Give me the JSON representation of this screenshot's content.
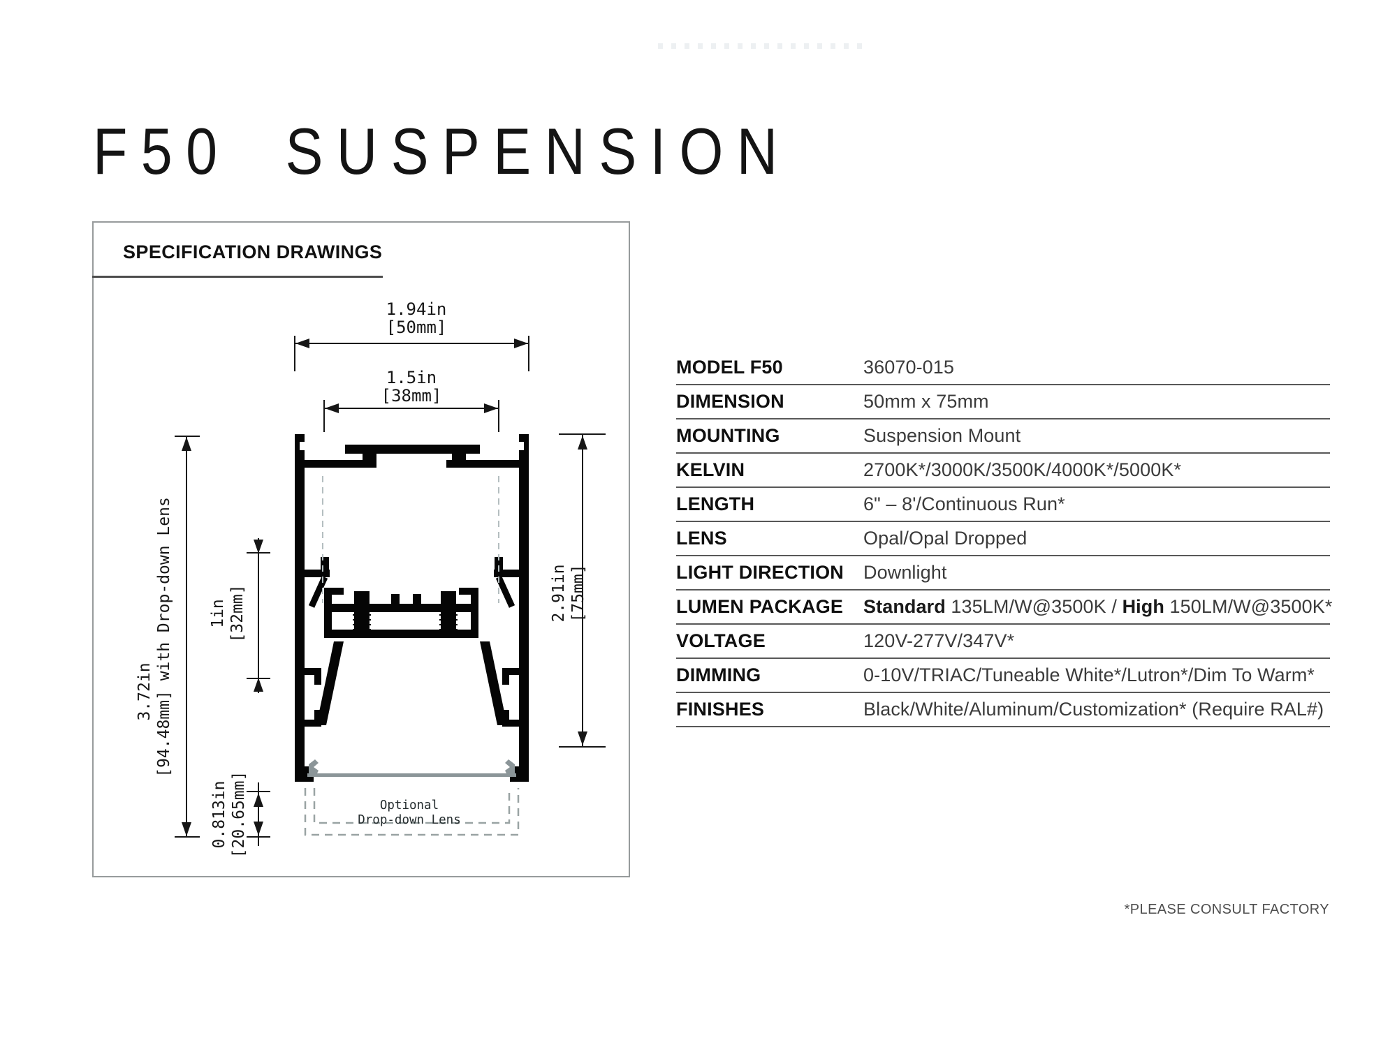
{
  "page": {
    "title": "F50 SUSPENSION",
    "footnote": "*PLEASE CONSULT FACTORY"
  },
  "drawing": {
    "section_title": "SPECIFICATION DRAWINGS",
    "dims": {
      "outer_width_in": "1.94in",
      "outer_width_mm": "[50mm]",
      "inner_width_in": "1.5in",
      "inner_width_mm": "[38mm]",
      "height_with_lens_in": "3.72in",
      "height_with_lens_mm": "[94.48mm]  with Drop-down Lens",
      "module_height_in": "1in",
      "module_height_mm": "[32mm]",
      "dropdown_height_in": "0.813in",
      "dropdown_height_mm": "[20.65mm]",
      "body_height_in": "2.91in",
      "body_height_mm": "[75mm]"
    },
    "optional_lens_line1": "Optional",
    "optional_lens_line2": "Drop-down Lens"
  },
  "table": {
    "rows": [
      {
        "label": "MODEL F50",
        "value": "36070-015"
      },
      {
        "label": "DIMENSION",
        "value": "50mm x 75mm"
      },
      {
        "label": "MOUNTING",
        "value": "Suspension Mount"
      },
      {
        "label": "KELVIN",
        "value": "2700K*/3000K/3500K/4000K*/5000K*"
      },
      {
        "label": "LENGTH",
        "value": "6\" – 8'/Continuous Run*"
      },
      {
        "label": "LENS",
        "value": "Opal/Opal Dropped"
      },
      {
        "label": "LIGHT DIRECTION",
        "value": "Downlight"
      },
      {
        "label": "LUMEN PACKAGE",
        "parts": [
          "Standard",
          " 135LM/W@3500K / ",
          "High",
          " 150LM/W@3500K*"
        ]
      },
      {
        "label": "VOLTAGE",
        "value": "120V-277V/347V*"
      },
      {
        "label": "DIMMING",
        "value": "0-10V/TRIAC/Tuneable White*/Lutron*/Dim To Warm*"
      },
      {
        "label": "FINISHES",
        "value": "Black/White/Aluminum/Customization* (Require RAL#)"
      }
    ]
  },
  "colors": {
    "ink": "#161616",
    "table_rule": "#585858",
    "box_border": "#979b9c",
    "lens_gray": "#8b9598",
    "dashed_gray": "#99a3a3"
  }
}
